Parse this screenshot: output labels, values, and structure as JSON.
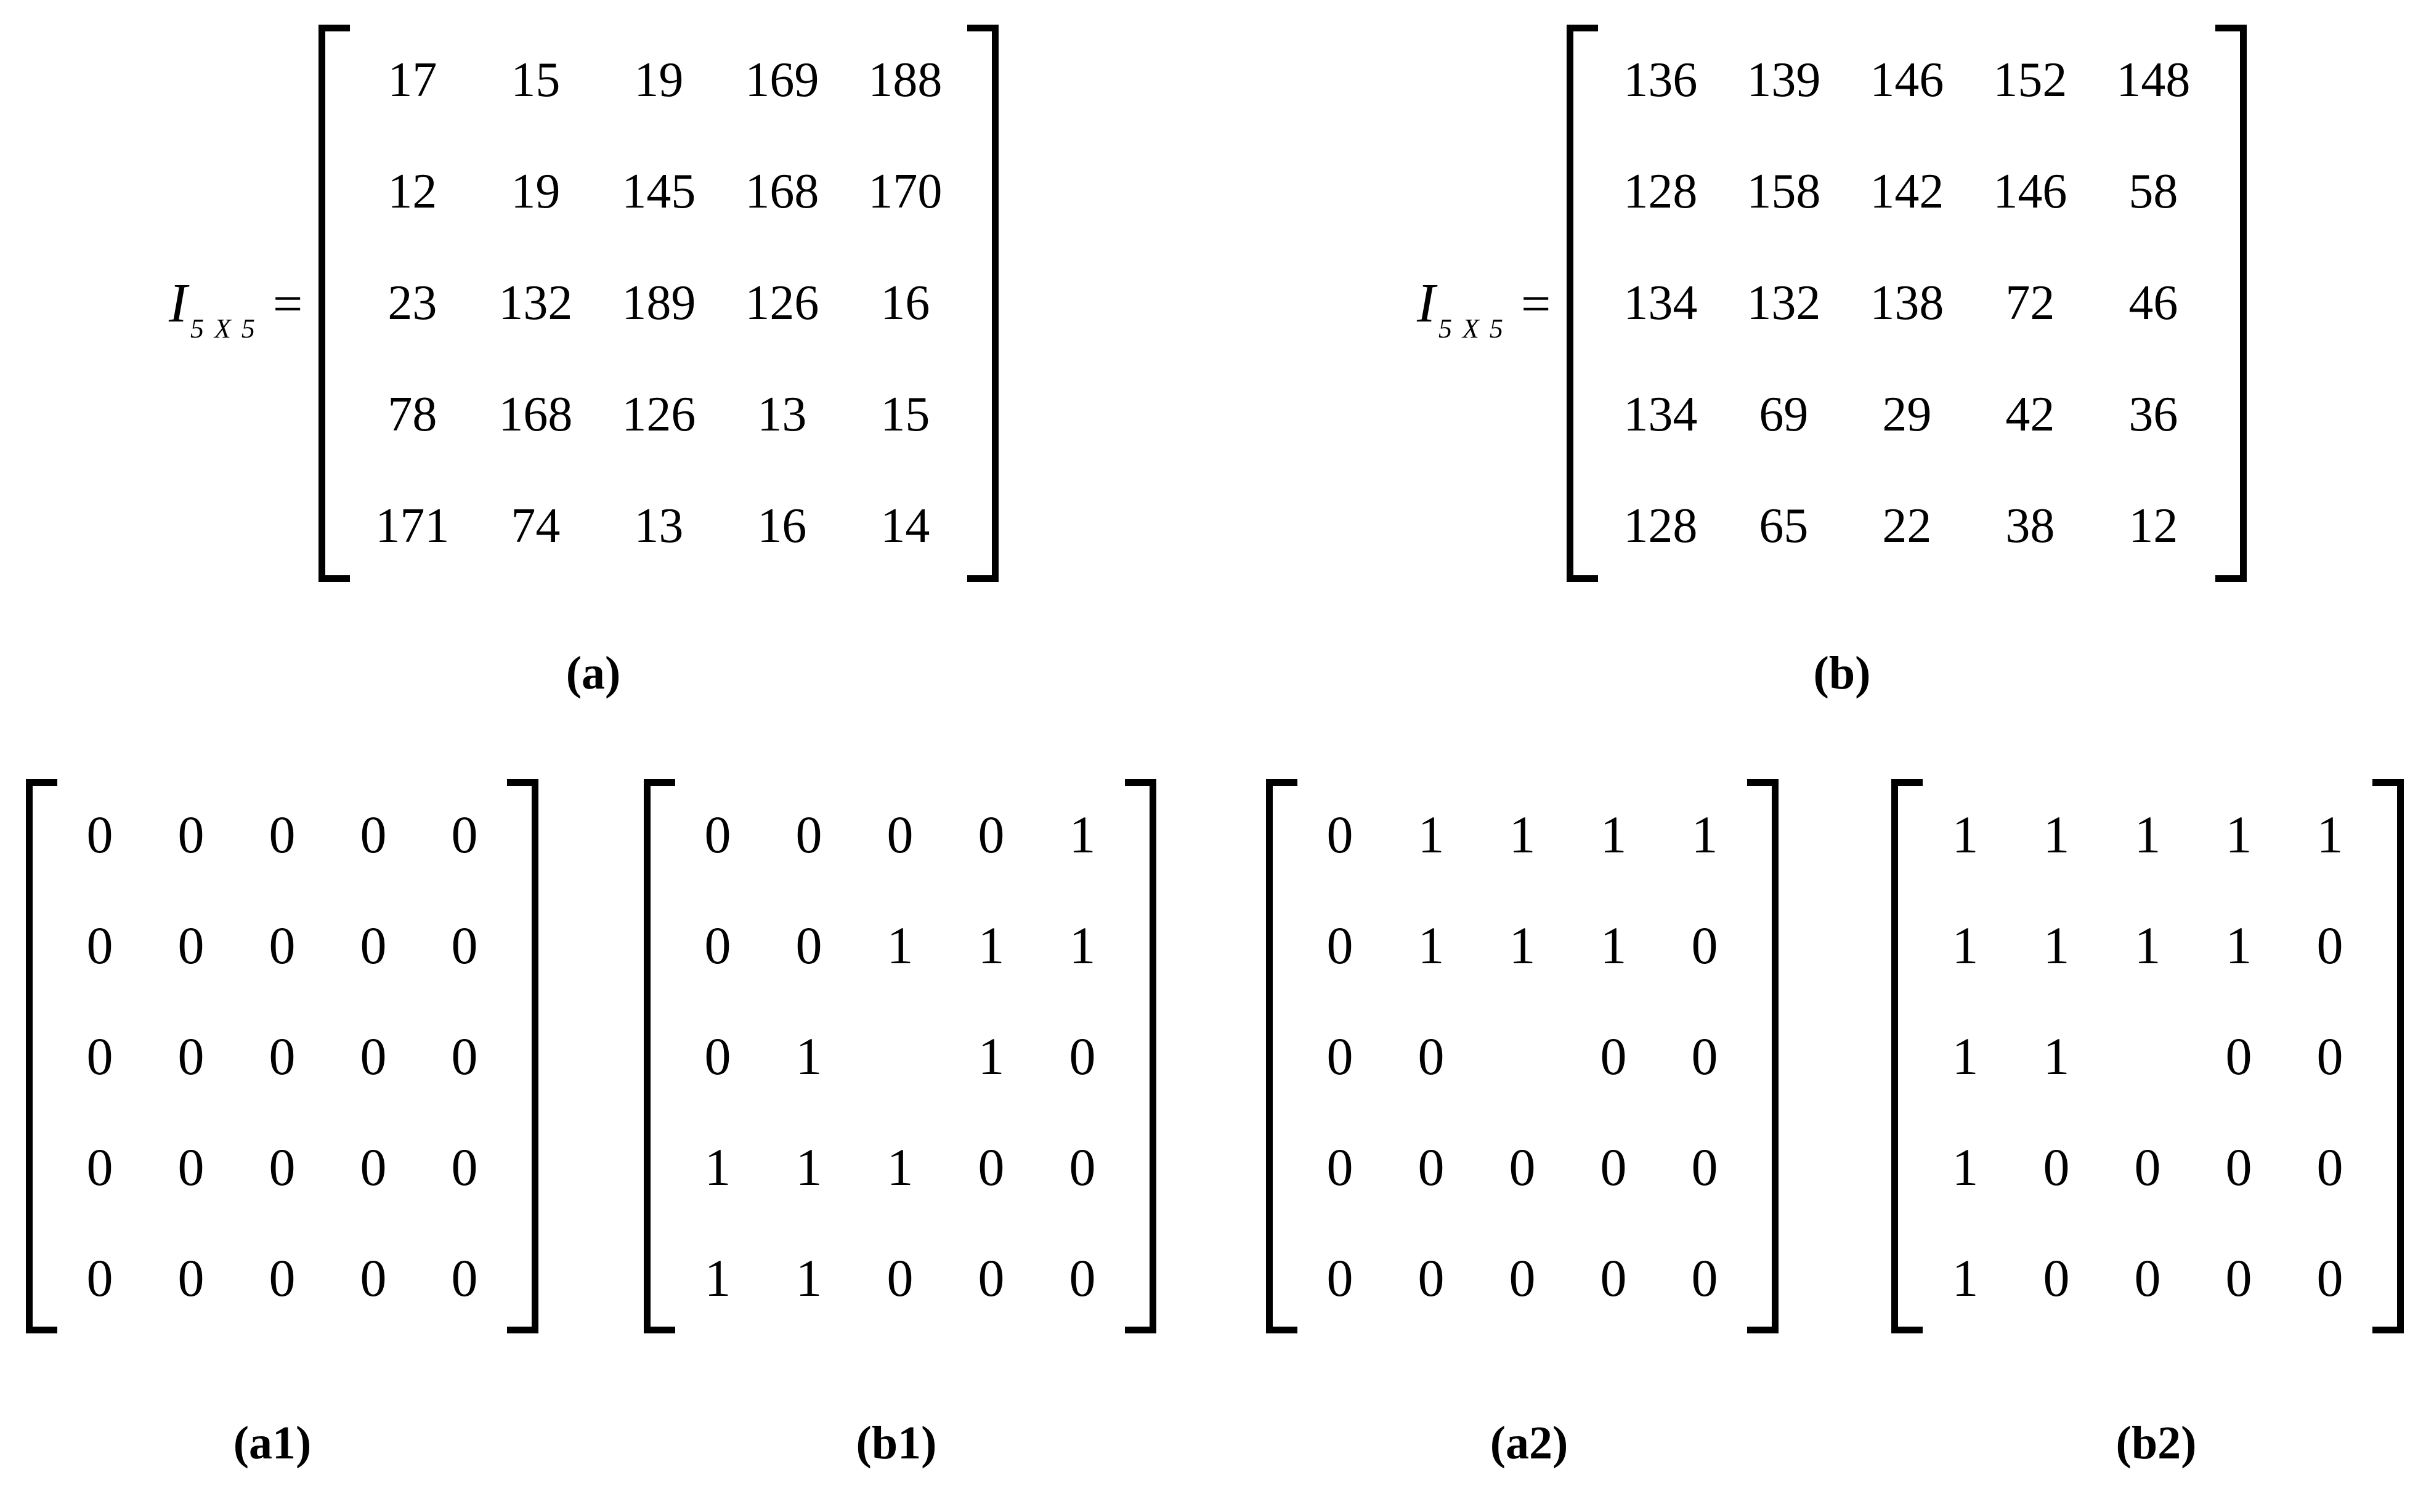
{
  "figure": {
    "matrix_label": {
      "variable": "I",
      "subscript": "5 X 5",
      "equals": "="
    },
    "panels": [
      {
        "id": "a",
        "caption": "(a)",
        "show_label": true,
        "rows": [
          [
            "17",
            "15",
            "19",
            "169",
            "188"
          ],
          [
            "12",
            "19",
            "145",
            "168",
            "170"
          ],
          [
            "23",
            "132",
            "189",
            "126",
            "16"
          ],
          [
            "78",
            "168",
            "126",
            "13",
            "15"
          ],
          [
            "171",
            "74",
            "13",
            "16",
            "14"
          ]
        ]
      },
      {
        "id": "b",
        "caption": "(b)",
        "show_label": true,
        "rows": [
          [
            "136",
            "139",
            "146",
            "152",
            "148"
          ],
          [
            "128",
            "158",
            "142",
            "146",
            "58"
          ],
          [
            "134",
            "132",
            "138",
            "72",
            "46"
          ],
          [
            "134",
            "69",
            "29",
            "42",
            "36"
          ],
          [
            "128",
            "65",
            "22",
            "38",
            "12"
          ]
        ]
      },
      {
        "id": "a1",
        "caption": "(a1)",
        "show_label": false,
        "rows": [
          [
            "0",
            "0",
            "0",
            "0",
            "0"
          ],
          [
            "0",
            "0",
            "0",
            "0",
            "0"
          ],
          [
            "0",
            "0",
            "0",
            "0",
            "0"
          ],
          [
            "0",
            "0",
            "0",
            "0",
            "0"
          ],
          [
            "0",
            "0",
            "0",
            "0",
            "0"
          ]
        ]
      },
      {
        "id": "b1",
        "caption": "(b1)",
        "show_label": false,
        "rows": [
          [
            "0",
            "0",
            "0",
            "0",
            "1"
          ],
          [
            "0",
            "0",
            "1",
            "1",
            "1"
          ],
          [
            "0",
            "1",
            "",
            "1",
            "0"
          ],
          [
            "1",
            "1",
            "1",
            "0",
            "0"
          ],
          [
            "1",
            "1",
            "0",
            "0",
            "0"
          ]
        ]
      },
      {
        "id": "a2",
        "caption": "(a2)",
        "show_label": false,
        "rows": [
          [
            "0",
            "1",
            "1",
            "1",
            "1"
          ],
          [
            "0",
            "1",
            "1",
            "1",
            "0"
          ],
          [
            "0",
            "0",
            "",
            "0",
            "0"
          ],
          [
            "0",
            "0",
            "0",
            "0",
            "0"
          ],
          [
            "0",
            "0",
            "0",
            "0",
            "0"
          ]
        ]
      },
      {
        "id": "b2",
        "caption": "(b2)",
        "show_label": false,
        "rows": [
          [
            "1",
            "1",
            "1",
            "1",
            "1"
          ],
          [
            "1",
            "1",
            "1",
            "1",
            "0"
          ],
          [
            "1",
            "1",
            "",
            "0",
            "0"
          ],
          [
            "1",
            "0",
            "0",
            "0",
            "0"
          ],
          [
            "1",
            "0",
            "0",
            "0",
            "0"
          ]
        ]
      }
    ]
  }
}
